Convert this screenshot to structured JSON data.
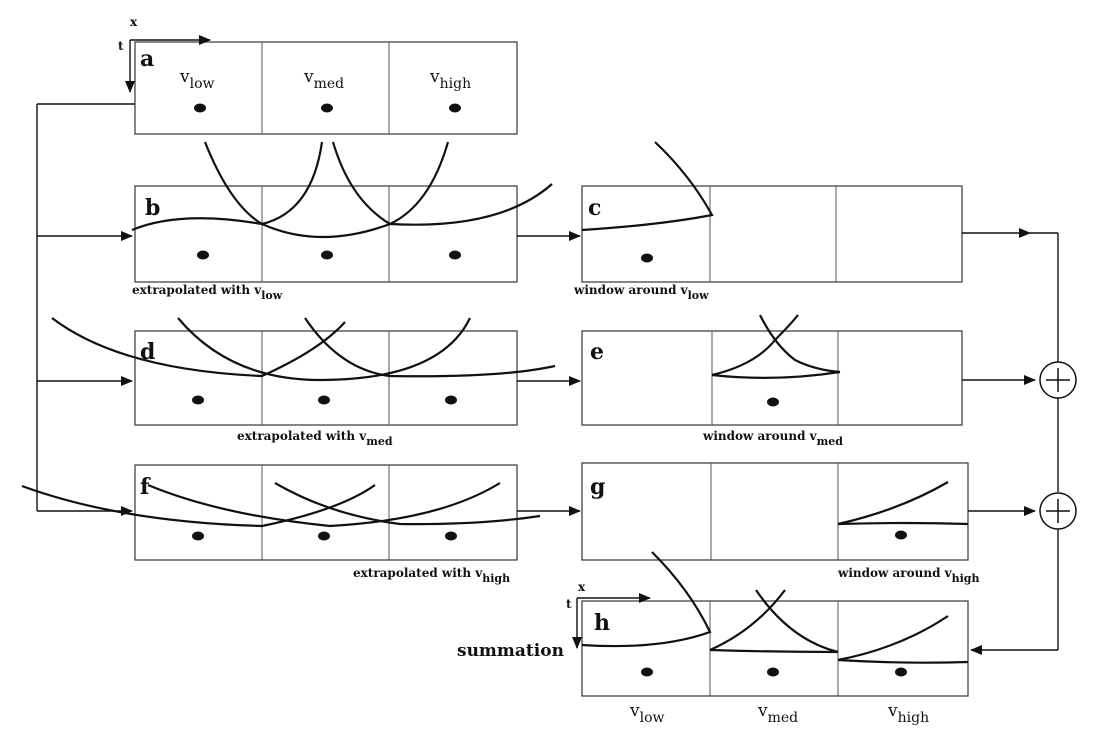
{
  "panels": {
    "a": "a",
    "b": "b",
    "c": "c",
    "d": "d",
    "e": "e",
    "f": "f",
    "g": "g",
    "h": "h"
  },
  "axes": {
    "x": "x",
    "t": "t"
  },
  "velocity": {
    "prefix": "v",
    "low": "low",
    "med": "med",
    "high": "high"
  },
  "captions": {
    "extrapolated_with": "extrapolated with v",
    "window_around": "window around v"
  },
  "summation": "summation",
  "operator": "+"
}
